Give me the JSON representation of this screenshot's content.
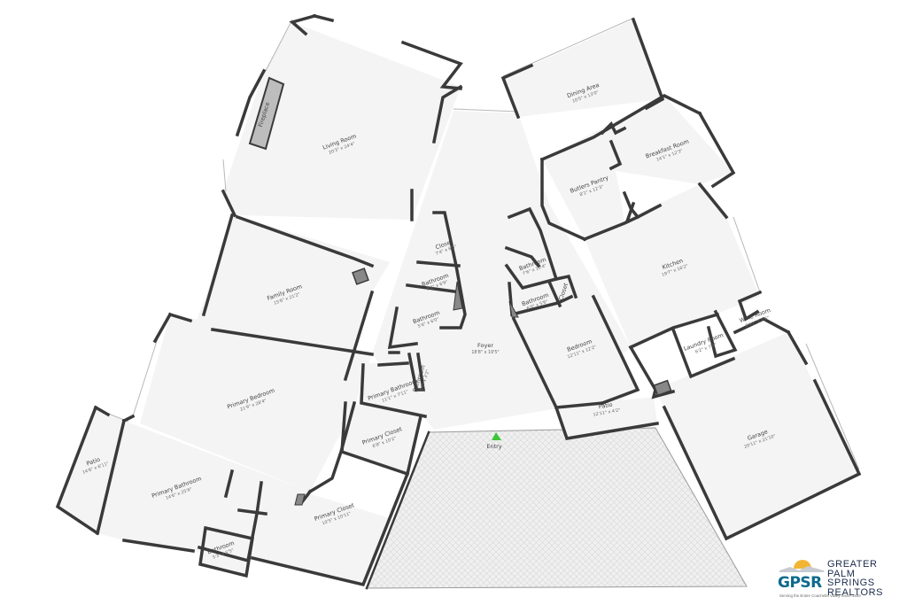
{
  "rooms": {
    "living_room": {
      "name": "Living Room",
      "dim": "20'3\" x 24'4\""
    },
    "fireplace": {
      "name": "Fireplace"
    },
    "dining_area": {
      "name": "Dining Area",
      "dim": "10'5\" x 13'0\""
    },
    "breakfast_room": {
      "name": "Breakfast Room",
      "dim": "14'1\" x 12'3\""
    },
    "butlers_pantry": {
      "name": "Butlers Pantry",
      "dim": "8'1\" x 12'3\""
    },
    "kitchen": {
      "name": "Kitchen",
      "dim": "19'7\" x 16'2\""
    },
    "family_room": {
      "name": "Family Room",
      "dim": "15'6\" x 21'2\""
    },
    "closet_top": {
      "name": "Closet",
      "dim": "7'4\" x 6'5\""
    },
    "bathroom_a": {
      "name": "Bathroom",
      "dim": "5'8\" x 6'9\""
    },
    "bathroom_b": {
      "name": "Bathroom",
      "dim": "5'6\" x 6'0\""
    },
    "bathroom_c": {
      "name": "Bathroom",
      "dim": "5'8\" x 3'2\""
    },
    "bathroom_right": {
      "name": "Bathroom",
      "dim": "7'6\" x 10'4\""
    },
    "bathroom_right_small": {
      "name": "Bathroom",
      "dim": "6'0\" x 5'6\""
    },
    "closet_right": {
      "name": "Closet"
    },
    "foyer": {
      "name": "Foyer",
      "dim": "18'8\" x 19'5\""
    },
    "bedroom": {
      "name": "Bedroom",
      "dim": "12'11\" x 12'2\""
    },
    "laundry_room": {
      "name": "Laundry Room",
      "dim": "6'2\" x 7'0\""
    },
    "wine_room": {
      "name": "Wine Room",
      "dim": "6'11\" x 7'6\""
    },
    "primary_bedroom": {
      "name": "Primary Bedroom",
      "dim": "21'9\" x 28'4\""
    },
    "primary_bathroom_small": {
      "name": "Primary Bathroom",
      "dim": "11'1\" x 7'11\""
    },
    "primary_closet_a": {
      "name": "Primary Closet",
      "dim": "6'8\" x 10'2\""
    },
    "patio_right": {
      "name": "Patio",
      "dim": "12'11\" x 4'2\""
    },
    "garage": {
      "name": "Garage",
      "dim": "20'11\" x 21'10\""
    },
    "entry": {
      "name": "Entry"
    },
    "patio_left": {
      "name": "Patio",
      "dim": "14'8\" x 6'11\""
    },
    "primary_bathroom": {
      "name": "Primary Bathroom",
      "dim": "14'6\" x 25'6\""
    },
    "primary_closet_b": {
      "name": "Primary Closet",
      "dim": "10'5\" x 10'11\""
    },
    "bathroom_bottom": {
      "name": "Bathroom",
      "dim": "5'3\" x 5'5\""
    }
  },
  "logo": {
    "mark": "GPSR",
    "line1": "GREATER",
    "line2": "PALM SPRINGS",
    "line3": "REALTORS",
    "tagline": "Serving the Entire Coachella Valley Since 1939",
    "colors": {
      "blue": "#0b6a8c",
      "navy": "#1b2b4b",
      "sun": "#f2b533",
      "ground": "#c7ccd2"
    }
  },
  "colors": {
    "wall": "#3a3a3a",
    "floor": "#f4f4f4",
    "entry_marker": "#3fc43a"
  }
}
